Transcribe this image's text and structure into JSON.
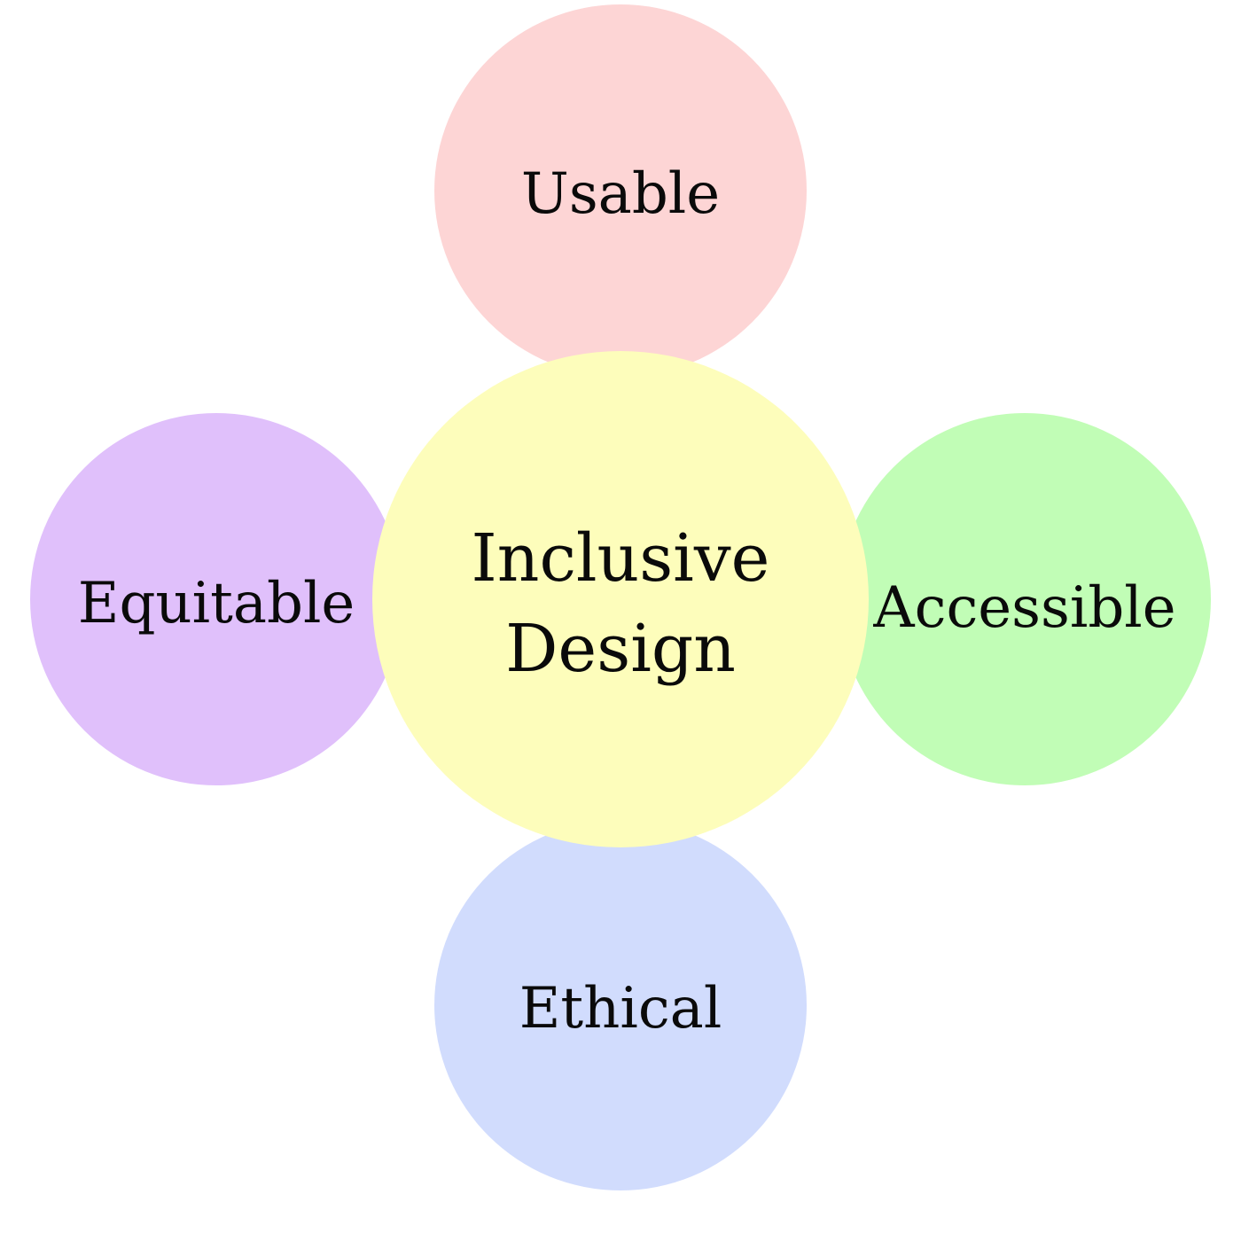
{
  "diagram": {
    "type": "concept-circles",
    "center": {
      "label": "Inclusive\nDesign",
      "color": "#fdfdbb"
    },
    "nodes": [
      {
        "position": "top",
        "label": "Usable",
        "color": "#fdd5d5"
      },
      {
        "position": "left",
        "label": "Equitable",
        "color": "#e0c0fb"
      },
      {
        "position": "right",
        "label": "Accessible",
        "color": "#c1fdb6"
      },
      {
        "position": "bottom",
        "label": "Ethical",
        "color": "#d1dcfd"
      }
    ],
    "background": "#ffffff",
    "text_color": "#0a0a0a"
  }
}
